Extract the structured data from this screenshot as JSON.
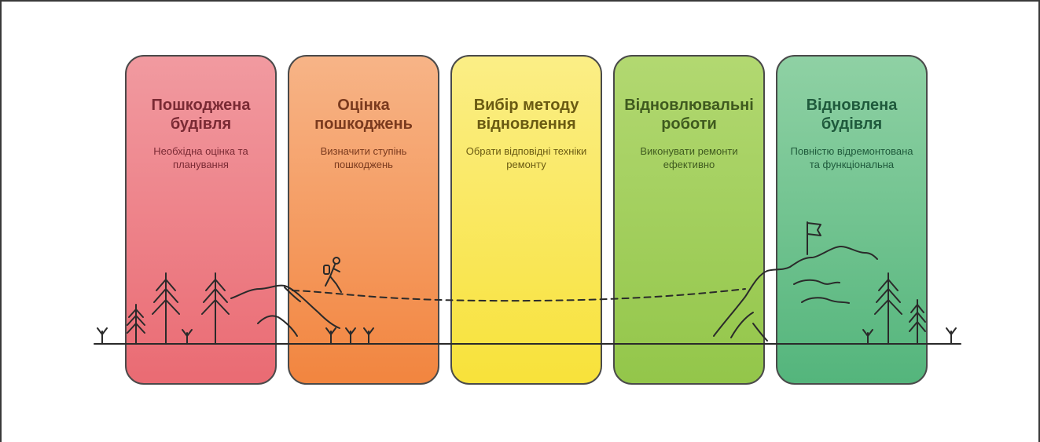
{
  "stages": [
    {
      "title": "Пошкоджена будівля",
      "description": "Необхідна оцінка та планування"
    },
    {
      "title": "Оцінка пошкоджень",
      "description": "Визначити ступінь пошкоджень"
    },
    {
      "title": "Вибір методу відновлення",
      "description": "Обрати відповідні техніки ремонту"
    },
    {
      "title": "Відновлювальні роботи",
      "description": "Виконувати ремонти ефективно"
    },
    {
      "title": "Відновлена будівля",
      "description": "Повністю відремонтована та функціональна"
    }
  ],
  "colors": {
    "stage1": "#ea6b73",
    "stage2": "#f2853f",
    "stage3": "#f8e23a",
    "stage4": "#93c64a",
    "stage5": "#54b57c",
    "line": "#2a2a2a"
  },
  "icons": [
    "pine-tree-icon",
    "hiker-icon",
    "mountain-icon",
    "flag-icon",
    "grass-icon"
  ]
}
